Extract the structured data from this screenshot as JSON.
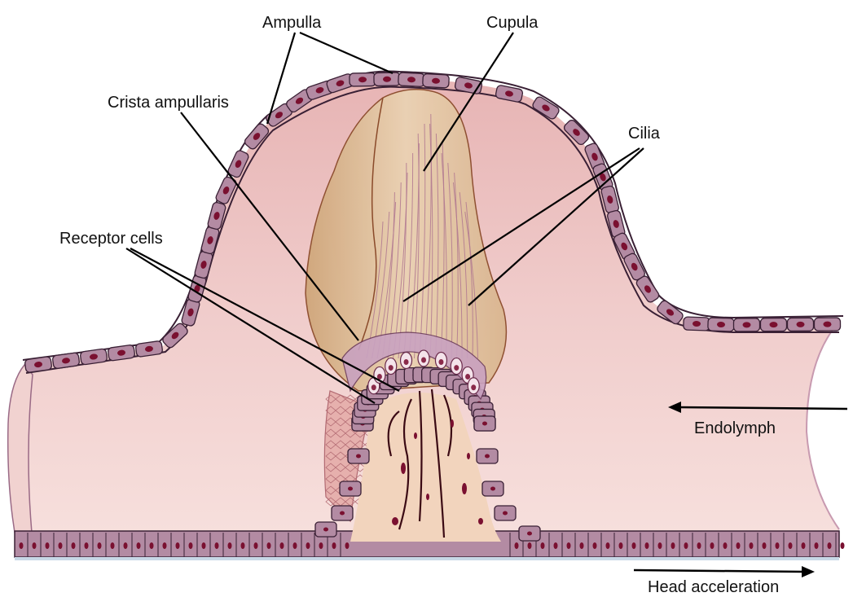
{
  "labels": {
    "ampulla": "Ampulla",
    "cupula": "Cupula",
    "crista": "Crista ampullaris",
    "cilia": "Cilia",
    "receptor": "Receptor cells",
    "endolymph": "Endolymph",
    "head_accel": "Head acceleration"
  },
  "colors": {
    "lumen": "#efc8c6",
    "wall_cells": "#b38ba3",
    "nuclei": "#7a1030",
    "cupula": "#e3c8a5",
    "crista_core": "#f2d4bd",
    "nerve": "#3b0a14"
  }
}
